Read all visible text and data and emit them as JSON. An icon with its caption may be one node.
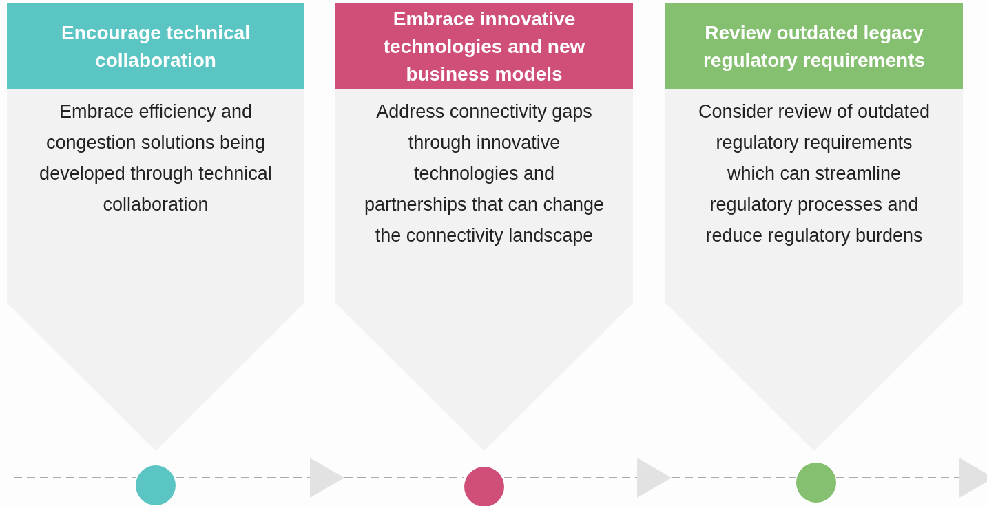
{
  "diagram": {
    "nodes": [
      {
        "text": [
          "Encourage technical collaboration",
          "Embrace efficiency and congestion solutions being developed through technical collaboration"
        ]
      },
      {
        "text": [
          "Embrace innovative technologies and new business models",
          "Address connectivity gaps through innovative technologies and partnerships that can change the connectivity landscape"
        ]
      },
      {
        "text": [
          "Review outdated legacy regulatory requirements",
          "Consider review of outdated regulatory requirements which can streamline regulatory processes and reduce regulatory burdens"
        ]
      },
      {
        "text": [],
        "shape": "circle"
      },
      {
        "text": [],
        "shape": "triangle"
      },
      {
        "text": [],
        "shape": "circle"
      },
      {
        "text": [],
        "shape": "triangle"
      },
      {
        "text": [],
        "shape": "circle"
      },
      {
        "text": [],
        "shape": "triangle"
      }
    ],
    "edges": [
      {
        "from": null,
        "to": 3,
        "arrow": "none",
        "style": "dashed"
      },
      {
        "from": 3,
        "to": 4,
        "arrow": "none",
        "style": "dashed"
      },
      {
        "from": 4,
        "to": 5,
        "arrow": "none",
        "style": "dashed"
      },
      {
        "from": 5,
        "to": 6,
        "arrow": "none",
        "style": "dashed"
      },
      {
        "from": 6,
        "to": 7,
        "arrow": "none",
        "style": "dashed"
      },
      {
        "from": 7,
        "to": 8,
        "arrow": "none",
        "style": "dashed"
      }
    ]
  }
}
